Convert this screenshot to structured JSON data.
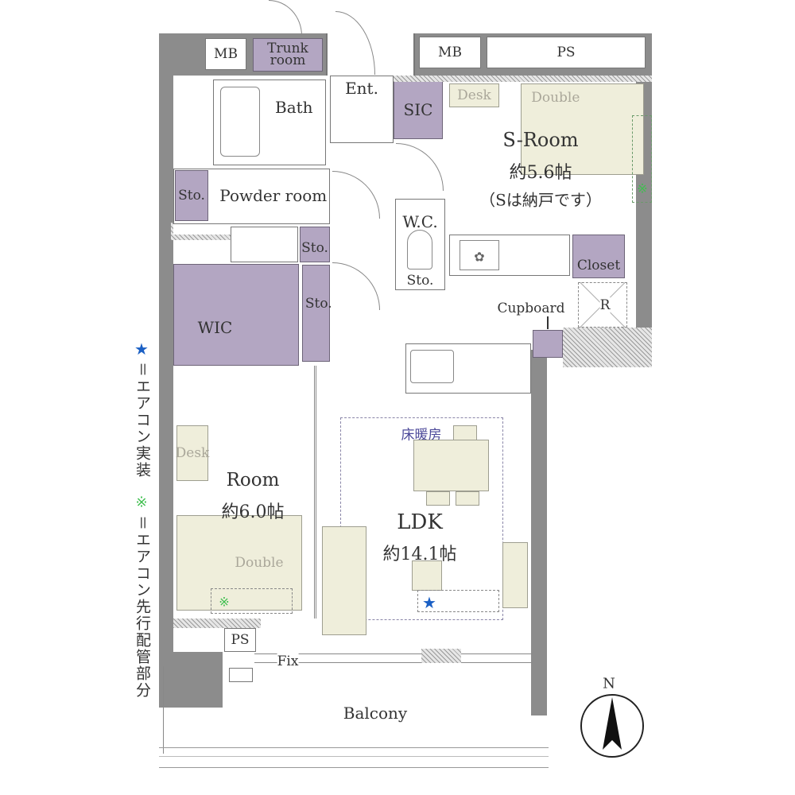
{
  "rooms": {
    "mb1": "MB",
    "trunk": "Trunk\nroom",
    "mb2": "MB",
    "ps_top": "PS",
    "bath": "Bath",
    "ent": "Ent.",
    "sic": "SIC",
    "desk_s": "Desk",
    "double_s": "Double",
    "s_room": "S-Room",
    "s_room_size": "約5.6帖",
    "s_room_note": "（Sは納戸です）",
    "sto_powder": "Sto.",
    "powder": "Powder room",
    "wc": "W.C.",
    "sto_wc": "Sto.",
    "sto_1": "Sto.",
    "sto_2": "Sto.",
    "closet": "Closet",
    "cupboard": "Cupboard",
    "r": "R",
    "wic": "WIC",
    "desk_r": "Desk",
    "room": "Room",
    "room_size": "約6.0帖",
    "double_r": "Double",
    "floor_heating": "床暖房",
    "ldk": "LDK",
    "ldk_size": "約14.1帖",
    "ps_bottom": "PS",
    "fix": "Fix",
    "balcony": "Balcony"
  },
  "legend": {
    "star_symbol": "★",
    "star_text": "＝エアコン実装",
    "pipe_symbol": "※",
    "pipe_text": "＝エアコン先行配管部分"
  },
  "compass": {
    "north": "N"
  },
  "colors": {
    "star": "#1a5fc4",
    "pipe": "#3fbf4f",
    "storage": "#b3a6c2",
    "furniture": "#efeedb"
  }
}
